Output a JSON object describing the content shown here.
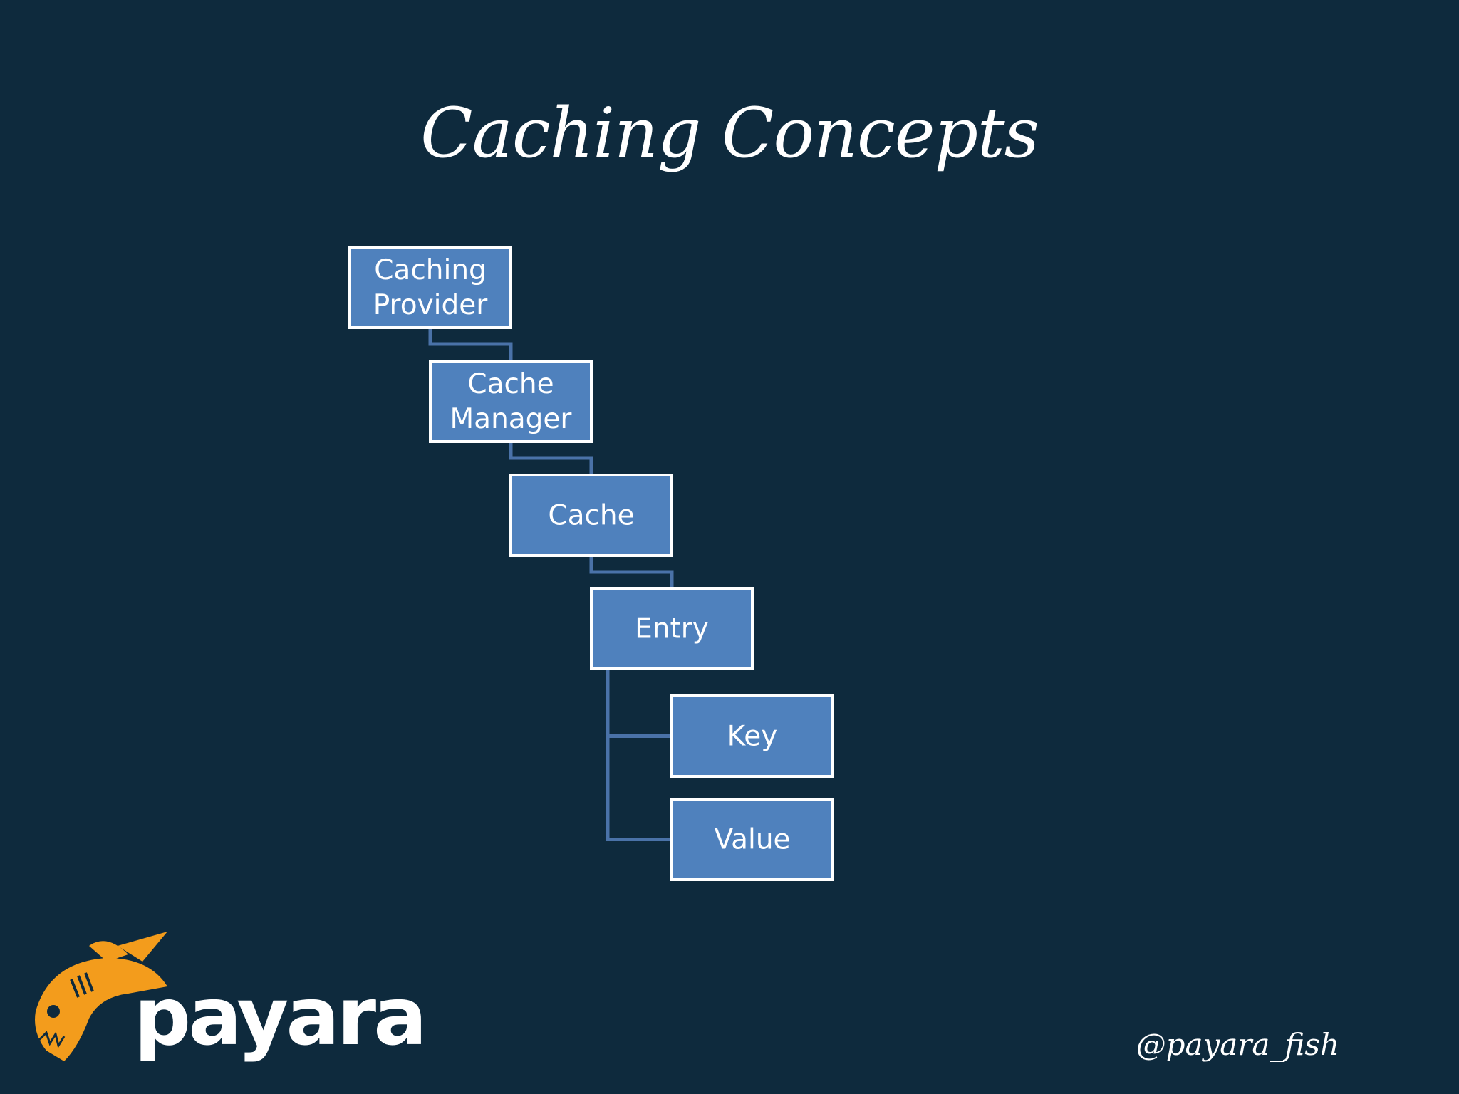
{
  "slide": {
    "title": "Caching Concepts",
    "handle": "@payara_fish"
  },
  "logo": {
    "wordmark": "payara",
    "icon": "payara-fish-icon",
    "color": "#f39c1c"
  },
  "diagram": {
    "box_fill": "#4f81bd",
    "box_stroke": "#ffffff",
    "connector_color": "#4a72a8",
    "nodes": [
      {
        "id": "caching-provider",
        "lines": [
          "Caching",
          "Provider"
        ],
        "parent": null
      },
      {
        "id": "cache-manager",
        "lines": [
          "Cache",
          "Manager"
        ],
        "parent": "caching-provider"
      },
      {
        "id": "cache",
        "lines": [
          "Cache"
        ],
        "parent": "cache-manager"
      },
      {
        "id": "entry",
        "lines": [
          "Entry"
        ],
        "parent": "cache"
      },
      {
        "id": "key",
        "lines": [
          "Key"
        ],
        "parent": "entry"
      },
      {
        "id": "value",
        "lines": [
          "Value"
        ],
        "parent": "entry"
      }
    ]
  }
}
